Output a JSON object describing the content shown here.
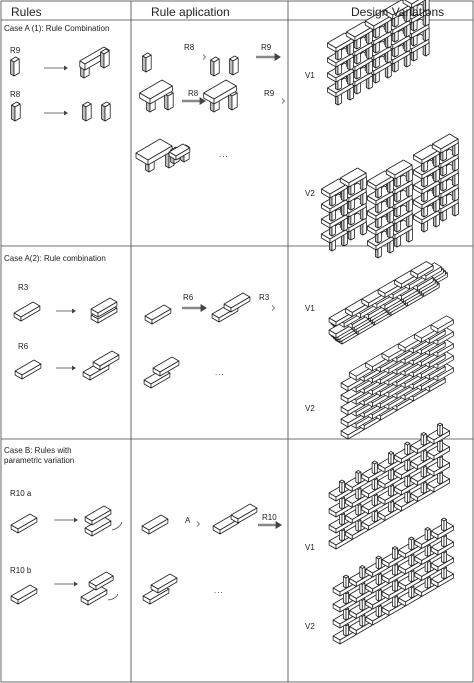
{
  "headers": [
    "Rules",
    "Rule aplication",
    "Design Variations"
  ],
  "cases": [
    {
      "title": "Case A (1): Rule Combination",
      "rules": [
        "R9",
        "R8"
      ],
      "app_labels": [
        "R8",
        "R9",
        "R8",
        "R9"
      ],
      "ellipsis": "...",
      "variations": [
        "V1",
        "V2"
      ]
    },
    {
      "title": "Case A(2): Rule combination",
      "rules": [
        "R3",
        "R6"
      ],
      "app_labels": [
        "R6",
        "R3"
      ],
      "ellipsis": "...",
      "variations": [
        "V1",
        "V2"
      ]
    },
    {
      "title_lines": [
        "Case B: Rules with",
        "parametric variation"
      ],
      "rules": [
        "R10 a",
        "R10 b"
      ],
      "app_labels": [
        "A",
        "R10"
      ],
      "ellipsis": "...",
      "variations": [
        "V1",
        "V2"
      ]
    }
  ]
}
